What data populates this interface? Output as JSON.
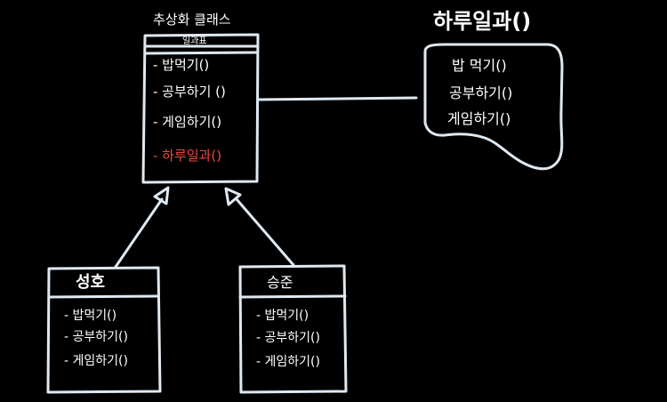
{
  "abstract_class": {
    "caption": "추상화  클래스",
    "name": "일과표",
    "methods": [
      "- 밥먹기()",
      "- 공부하기  ()",
      "- 게임하기()"
    ],
    "highlighted_method": "- 하루일과()"
  },
  "note": {
    "title": "하루일과()",
    "lines": [
      "밥 먹기()",
      "공부하기()",
      "게임하기()"
    ]
  },
  "subclasses": [
    {
      "name": "성호",
      "methods": [
        "- 밥먹기()",
        "- 공부하기()",
        "- 게임하기()"
      ]
    },
    {
      "name": "승준",
      "methods": [
        "- 밥먹기()",
        "- 공부하기()",
        "- 게임하기()"
      ]
    }
  ],
  "colors": {
    "background": "#000000",
    "stroke": "#dfe9f2",
    "text": "#ffffff",
    "highlight": "#ef4a3c"
  }
}
